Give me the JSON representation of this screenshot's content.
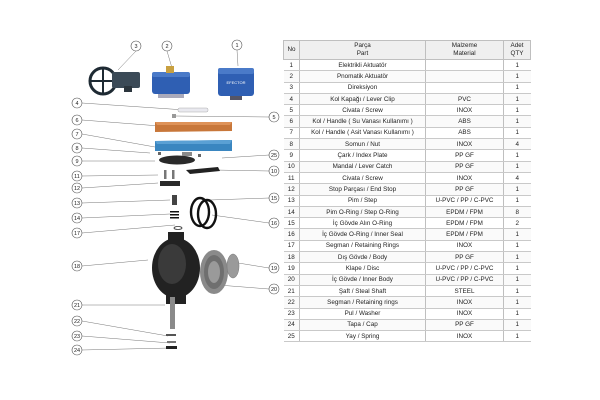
{
  "table": {
    "headers": {
      "no": "No",
      "part_tr": "Parça",
      "part_en": "Part",
      "material_tr": "Malzeme",
      "material_en": "Material",
      "qty_tr": "Adet",
      "qty_en": "QTY"
    },
    "rows": [
      {
        "no": "1",
        "part": "Elektrikli Aktuatör",
        "material": "",
        "qty": "1"
      },
      {
        "no": "2",
        "part": "Pnomatik Aktuatör",
        "material": "",
        "qty": "1"
      },
      {
        "no": "3",
        "part": "Direksiyon",
        "material": "",
        "qty": "1"
      },
      {
        "no": "4",
        "part": "Kol Kapağı / Lever Clip",
        "material": "PVC",
        "qty": "1"
      },
      {
        "no": "5",
        "part": "Civata / Screw",
        "material": "INOX",
        "qty": "1"
      },
      {
        "no": "6",
        "part": "Kol / Handle ( Su Vanası Kullanımı )",
        "material": "ABS",
        "qty": "1"
      },
      {
        "no": "7",
        "part": "Kol / Handle ( Asit Vanası Kullanımı )",
        "material": "ABS",
        "qty": "1"
      },
      {
        "no": "8",
        "part": "Somun / Nut",
        "material": "INOX",
        "qty": "4"
      },
      {
        "no": "9",
        "part": "Çark / Index Plate",
        "material": "PP GF",
        "qty": "1"
      },
      {
        "no": "10",
        "part": "Mandal / Lever Catch",
        "material": "PP GF",
        "qty": "1"
      },
      {
        "no": "11",
        "part": "Civata / Screw",
        "material": "INOX",
        "qty": "4"
      },
      {
        "no": "12",
        "part": "Stop Parçası / End Stop",
        "material": "PP GF",
        "qty": "1"
      },
      {
        "no": "13",
        "part": "Pim / Step",
        "material": "U-PVC / PP / C-PVC",
        "qty": "1"
      },
      {
        "no": "14",
        "part": "Pim O-Ring / Step O-Ring",
        "material": "EPDM / FPM",
        "qty": "8"
      },
      {
        "no": "15",
        "part": "İç Gövde Alın O-Ring",
        "material": "EPDM / FPM",
        "qty": "2"
      },
      {
        "no": "16",
        "part": "İç Gövde O-Ring / Inner Seal",
        "material": "EPDM / FPM",
        "qty": "1"
      },
      {
        "no": "17",
        "part": "Segman / Retaining Rings",
        "material": "INOX",
        "qty": "1"
      },
      {
        "no": "18",
        "part": "Dış Gövde / Body",
        "material": "PP GF",
        "qty": "1"
      },
      {
        "no": "19",
        "part": "Klape / Disc",
        "material": "U-PVC / PP / C-PVC",
        "qty": "1"
      },
      {
        "no": "20",
        "part": "İç Gövde / Inner Body",
        "material": "U-PVC / PP / C-PVC",
        "qty": "1"
      },
      {
        "no": "21",
        "part": "Şaft / Steal Shaft",
        "material": "STEEL",
        "qty": "1"
      },
      {
        "no": "22",
        "part": "Segman / Retaining rings",
        "material": "INOX",
        "qty": "1"
      },
      {
        "no": "23",
        "part": "Pul / Washer",
        "material": "INOX",
        "qty": "1"
      },
      {
        "no": "24",
        "part": "Tapa / Cap",
        "material": "PP GF",
        "qty": "1"
      },
      {
        "no": "25",
        "part": "Yay / Spring",
        "material": "INOX",
        "qty": "1"
      }
    ]
  },
  "diagram": {
    "actuator_label": "EFECTOR",
    "callouts": [
      "1",
      "2",
      "3",
      "4",
      "5",
      "6",
      "7",
      "8",
      "9",
      "10",
      "11",
      "12",
      "13",
      "14",
      "15",
      "16",
      "17",
      "18",
      "19",
      "20",
      "21",
      "22",
      "23",
      "24",
      "25"
    ]
  },
  "colors": {
    "actuator_blue": "#2f5fb3",
    "handle_orange": "#c8773a",
    "handle_blue": "#3a86c0",
    "body_dark": "#222222",
    "disc_gray": "#8a8a8a"
  }
}
